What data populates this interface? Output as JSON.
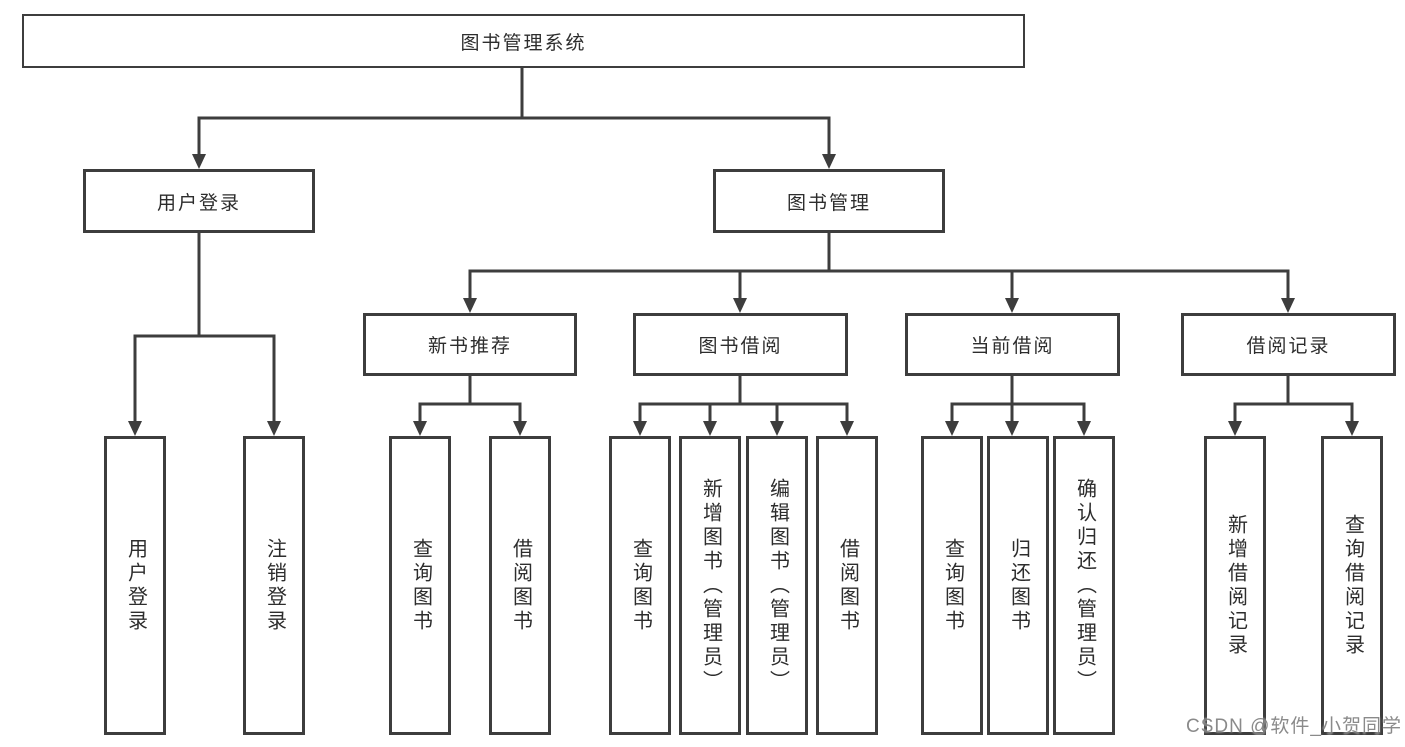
{
  "colors": {
    "line": "#3d3d3d",
    "box_border": "#3d3d3d",
    "text": "#2d2d2d",
    "watermark_gray": "#767676",
    "background": "#ffffff"
  },
  "tree": {
    "root": {
      "label": "图书管理系统"
    },
    "children": [
      {
        "label": "用户登录",
        "children": [
          {
            "label": "用户登录"
          },
          {
            "label": "注销登录"
          }
        ]
      },
      {
        "label": "图书管理",
        "children": [
          {
            "label": "新书推荐",
            "children": [
              {
                "label": "查询图书"
              },
              {
                "label": "借阅图书"
              }
            ]
          },
          {
            "label": "图书借阅",
            "children": [
              {
                "label": "查询图书"
              },
              {
                "label": "新增图书（管理员）"
              },
              {
                "label": "编辑图书（管理员）"
              },
              {
                "label": "借阅图书"
              }
            ]
          },
          {
            "label": "当前借阅",
            "children": [
              {
                "label": "查询图书"
              },
              {
                "label": "归还图书"
              },
              {
                "label": "确认归还（管理员）"
              }
            ]
          },
          {
            "label": "借阅记录",
            "children": [
              {
                "label": "新增借阅记录"
              },
              {
                "label": "查询借阅记录"
              }
            ]
          }
        ]
      }
    ]
  },
  "watermark": {
    "text": "CSDN @软件_小贺同学"
  }
}
